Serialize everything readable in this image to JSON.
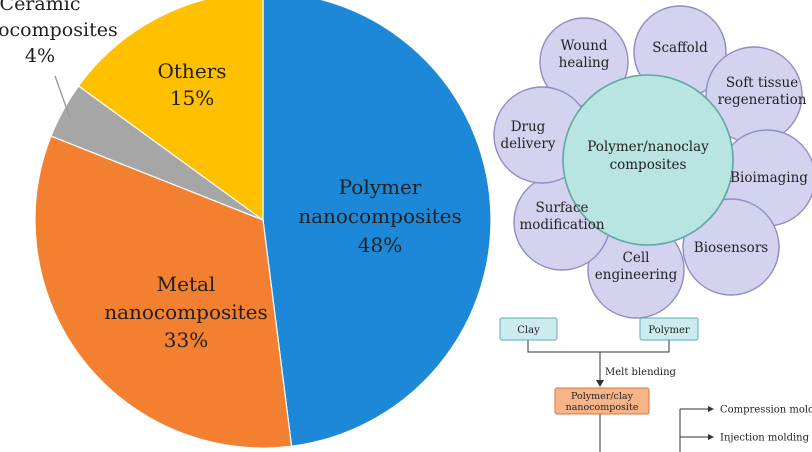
{
  "chart_data": {
    "type": "pie",
    "slices": [
      {
        "label_lines": [
          "Polymer",
          "nanocomposites"
        ],
        "value_text": "48%",
        "value": 48,
        "color": "#1E88D8"
      },
      {
        "label_lines": [
          "Metal",
          "nanocomposites"
        ],
        "value_text": "33%",
        "value": 33,
        "color": "#F28030"
      },
      {
        "label_lines": [
          "Ceramic",
          "nanocomposites"
        ],
        "value_text": "4%",
        "value": 4,
        "color": "#A6A6A6"
      },
      {
        "label_lines": [
          "Others"
        ],
        "value_text": "15%",
        "value": 15,
        "color": "#FFC000"
      }
    ]
  },
  "applications_diagram": {
    "center": [
      "Polymer/nanoclay",
      "composites"
    ],
    "petals": [
      {
        "lines": [
          "Wound",
          "healing"
        ]
      },
      {
        "lines": [
          "Scaffold"
        ]
      },
      {
        "lines": [
          "Soft tissue",
          "regeneration"
        ]
      },
      {
        "lines": [
          "Bioimaging"
        ]
      },
      {
        "lines": [
          "Biosensors"
        ]
      },
      {
        "lines": [
          "Cell",
          "engineering"
        ]
      },
      {
        "lines": [
          "Surface",
          "modification"
        ]
      },
      {
        "lines": [
          "Drug",
          "delivery"
        ]
      }
    ],
    "colors": {
      "petal_fill": "#D4D3EF",
      "petal_stroke": "#8E8CC4",
      "center_fill": "#B8E4E1",
      "center_stroke": "#5FA8A3"
    }
  },
  "process_flow": {
    "inputs": [
      "Clay",
      "Polymer"
    ],
    "step_label": "Melt blending",
    "product": [
      "Polymer/clay",
      "nanocomposite"
    ],
    "outputs": [
      "Compression molding",
      "Injection molding"
    ],
    "colors": {
      "input_fill": "#CCEBEE",
      "input_stroke": "#5AAFB5",
      "product_fill": "#F7B488",
      "product_stroke": "#D9753C"
    }
  }
}
